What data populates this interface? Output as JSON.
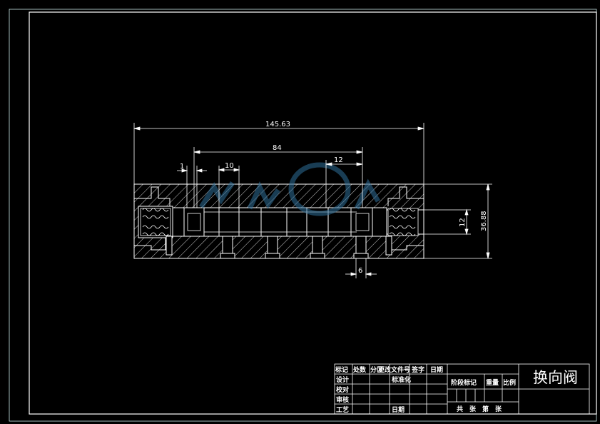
{
  "colors": {
    "background": "#000000",
    "line": "#ffffff",
    "border": "#c8e8e8",
    "watermark": "#2f6f9a"
  },
  "dimensions": {
    "overall_length": "145.63",
    "center_span": "84",
    "right_offset": "12",
    "groove_gap": "1",
    "land_width": "10",
    "bore_dia": "12",
    "body_height": "36.88",
    "port_width": "6"
  },
  "title_block": {
    "headers": [
      "标记",
      "处数",
      "分区",
      "更改文件号",
      "签字",
      "日期"
    ],
    "rows": [
      "设计",
      "校对",
      "审核",
      "工艺"
    ],
    "standard_label": "标准化",
    "date_label": "日期",
    "stage_label": "阶段标记",
    "weight_label": "重量",
    "scale_label": "比例",
    "sheets_label": "共　张　第　张",
    "drawing_title": "换向阀"
  }
}
